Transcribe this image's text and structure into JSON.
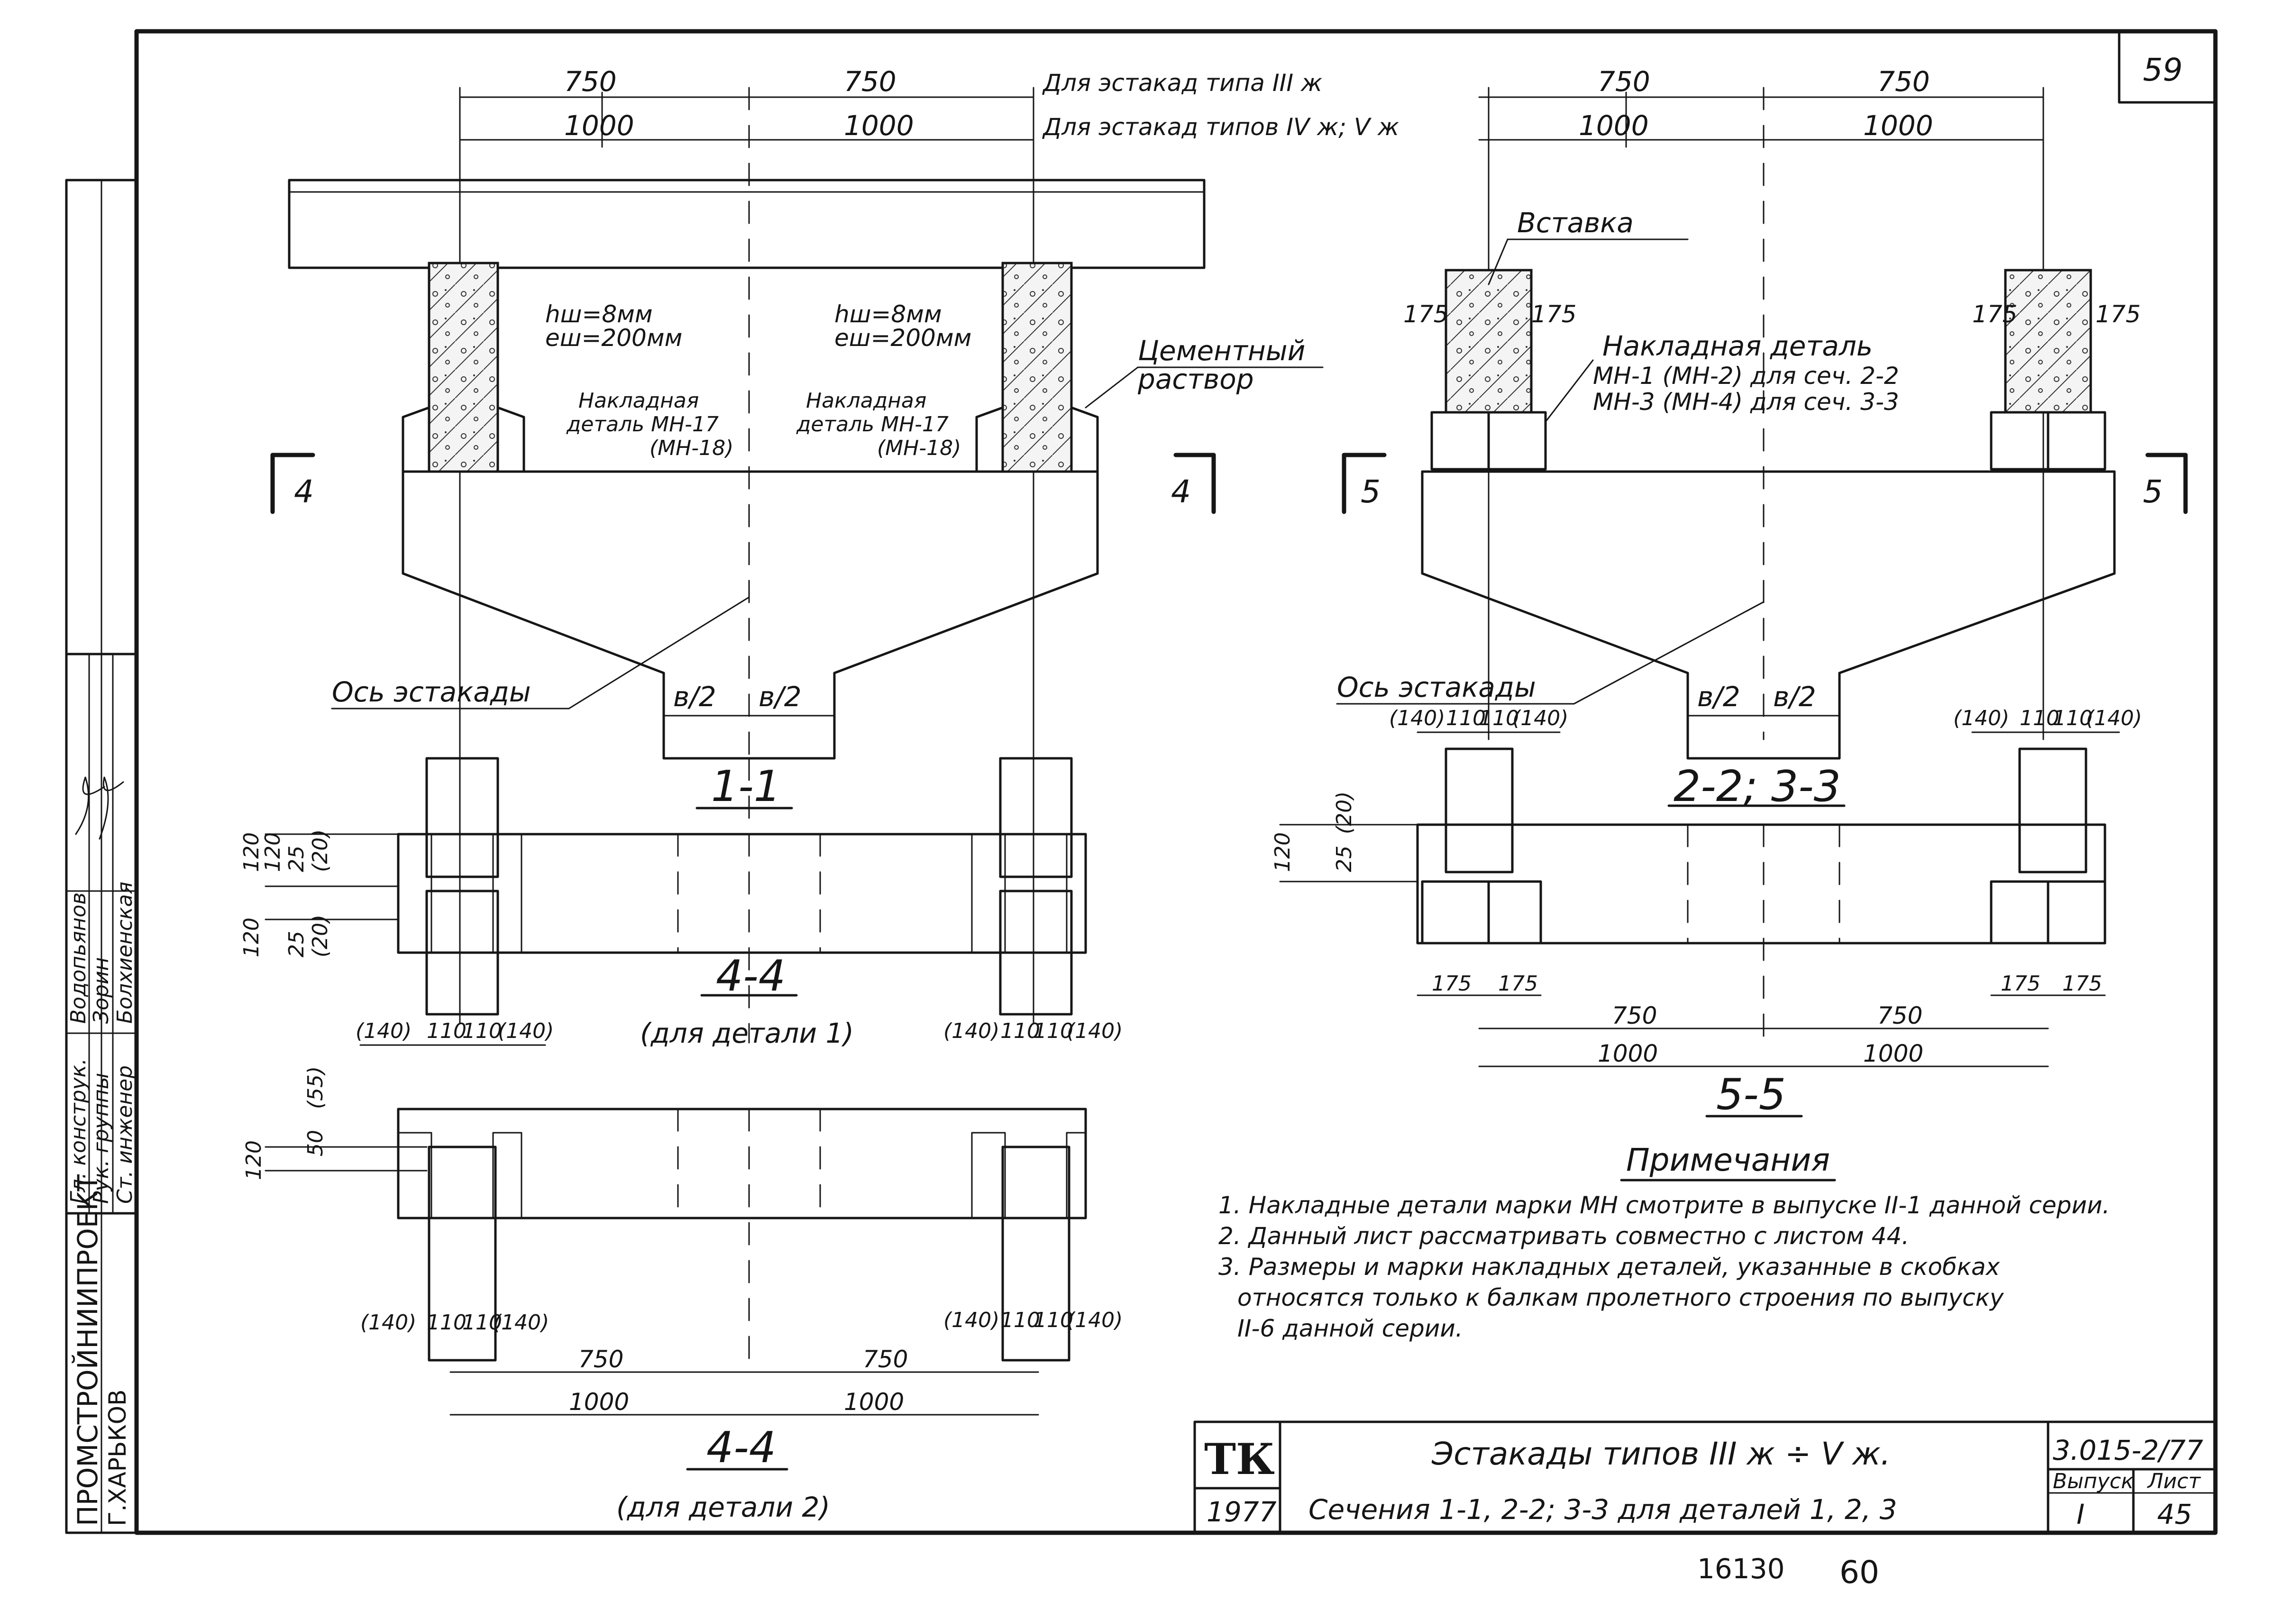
{
  "sheet": {
    "sheet_number_corner": "59",
    "bottom_numbers": [
      "16130",
      "60"
    ]
  },
  "side_stamp": {
    "org": "ПРОМСТРОЙНИИПРОЕКТ",
    "city": "Г.ХАРЬКОВ",
    "rows": [
      {
        "role": "Гл. конструк.",
        "name": "Водопьянов"
      },
      {
        "role": "Рук. группы",
        "name": "Зорин"
      },
      {
        "role": "Ст. инженер",
        "name": "Болхиенская"
      }
    ]
  },
  "header": {
    "dims_upper": [
      "750",
      "750",
      "750",
      "750"
    ],
    "dims_lower": [
      "1000",
      "1000",
      "1000",
      "1000"
    ],
    "label_upper": "Для эстакад типа III ж",
    "label_lower": "Для эстакад типов IV ж; V ж"
  },
  "section_1_1": {
    "title": "1-1",
    "weld_left": [
      "hш=8мм",
      "eш=200мм"
    ],
    "weld_right": [
      "hш=8мм",
      "eш=200мм"
    ],
    "detail_left": [
      "Накладная",
      "деталь МН-17",
      "(МН-18)"
    ],
    "detail_right": [
      "Накладная",
      "деталь МН-17",
      "(МН-18)"
    ],
    "cement": [
      "Цементный",
      "раствор"
    ],
    "axis": "Ось эстакады",
    "half_b": "в/2",
    "cut_mark": "4"
  },
  "section_2_2": {
    "title": "2-2; 3-3",
    "insert": "Вставка",
    "detail": [
      "Накладная деталь",
      "МН-1 (МН-2) для сеч. 2-2",
      "МН-3 (МН-4) для сеч. 3-3"
    ],
    "dim_175": "175",
    "axis": "Ось эстакады",
    "half_b": "в/2",
    "cut_mark": "5"
  },
  "section_4_4a": {
    "title": "4-4",
    "subtitle": "(для детали 1)",
    "dims_left": [
      "120",
      "120",
      "25",
      "(20)",
      "120",
      "(20)",
      "25"
    ],
    "dims_bottom": [
      "(140)",
      "110",
      "110",
      "(140)"
    ]
  },
  "section_4_4b": {
    "title": "4-4",
    "subtitle": "(для детали 2)",
    "dims_left": [
      "120",
      "50",
      "(55)"
    ],
    "dims_bottom": [
      "(140)",
      "110",
      "110",
      "(140)"
    ],
    "dims_upper": [
      "750",
      "750"
    ],
    "dims_lower": [
      "1000",
      "1000"
    ]
  },
  "section_5_5": {
    "title": "5-5",
    "dims_top_left": [
      "(140)",
      "110",
      "110",
      "(140)"
    ],
    "dims_top_right": [
      "(140)",
      "110",
      "110",
      "(140)"
    ],
    "dims_left": [
      "120",
      "25",
      "(20)"
    ],
    "dims_175": [
      "175",
      "175",
      "175",
      "175"
    ],
    "dims_upper": [
      "750",
      "750"
    ],
    "dims_lower": [
      "1000",
      "1000"
    ]
  },
  "notes": {
    "title": "Примечания",
    "items": [
      "1. Накладные детали марки МН смотрите в выпуске II-1 данной серии.",
      "2. Данный лист рассматривать совместно с листом 44.",
      "3. Размеры и марки накладных деталей, указанные в скобках",
      "относятся только к балкам пролетного строения по выпуску",
      "II-6 данной серии."
    ]
  },
  "title_block": {
    "logo": "ТК",
    "year": "1977",
    "title_line1": "Эстакады типов III ж ÷ V ж.",
    "title_line2": "Сечения 1-1, 2-2; 3-3 для деталей 1, 2, 3",
    "code": "3.015-2/77",
    "issue_label": "Выпуск",
    "issue_value": "I",
    "sheet_label": "Лист",
    "sheet_value": "45"
  }
}
